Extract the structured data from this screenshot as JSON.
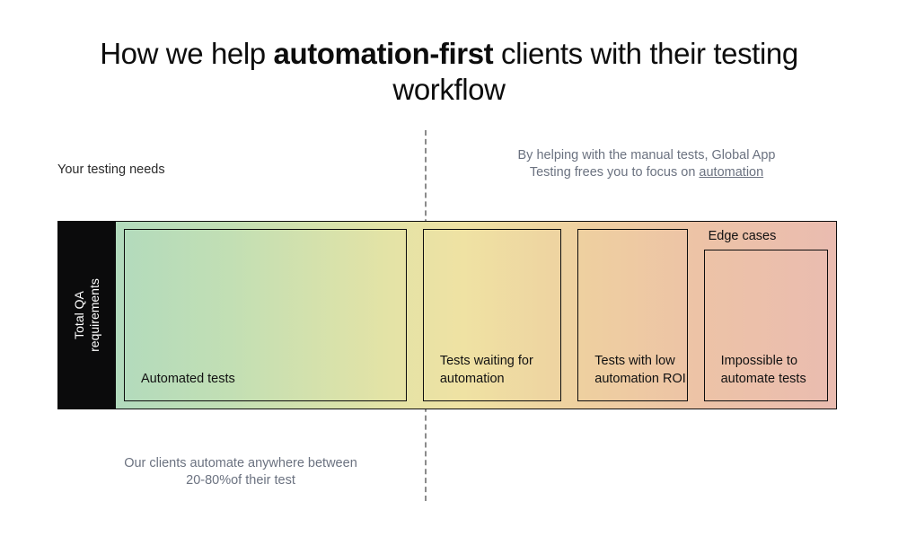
{
  "title": {
    "part1": "How we help ",
    "emphasis": "automation-first",
    "part2": " clients with their testing workflow"
  },
  "annotations": {
    "left_label": "Your testing needs",
    "right_note_line1": "By helping with the manual tests, Global App",
    "right_note_line2_prefix": "Testing frees you to focus on ",
    "right_note_link": "automation",
    "bottom_note_line1": "Our clients automate anywhere between",
    "bottom_note_line2": "20-80%of their test"
  },
  "chart_data": {
    "type": "bar",
    "title": "How we help automation-first clients with their testing workflow",
    "orientation": "horizontal-stacked",
    "axis_label": "Total QA requirements",
    "gradient": {
      "from": "#aad8c1",
      "mid": "#efe2a3",
      "to": "#eabcb0"
    },
    "divider_position_pct": 47,
    "categories": [
      "Automated tests",
      "Tests waiting for automation",
      "Tests with low automation ROI",
      "Impossible to automate tests"
    ],
    "values": [
      41.5,
      21.5,
      17.5,
      19.5
    ],
    "segments": [
      {
        "label": "Automated tests",
        "width_pct": 41.5,
        "toplabel": "",
        "color": "#aed9bd"
      },
      {
        "label": "Tests waiting for automation",
        "width_pct": 21.5,
        "toplabel": "",
        "color": "#e8e1a5"
      },
      {
        "label": "Tests with low automation ROI",
        "width_pct": 17.5,
        "toplabel": "",
        "color": "#edcda0"
      },
      {
        "label": "Impossible to automate tests",
        "width_pct": 19.5,
        "toplabel": "Edge cases",
        "color": "#eabcb0"
      }
    ],
    "legend": "none",
    "grid": false
  }
}
